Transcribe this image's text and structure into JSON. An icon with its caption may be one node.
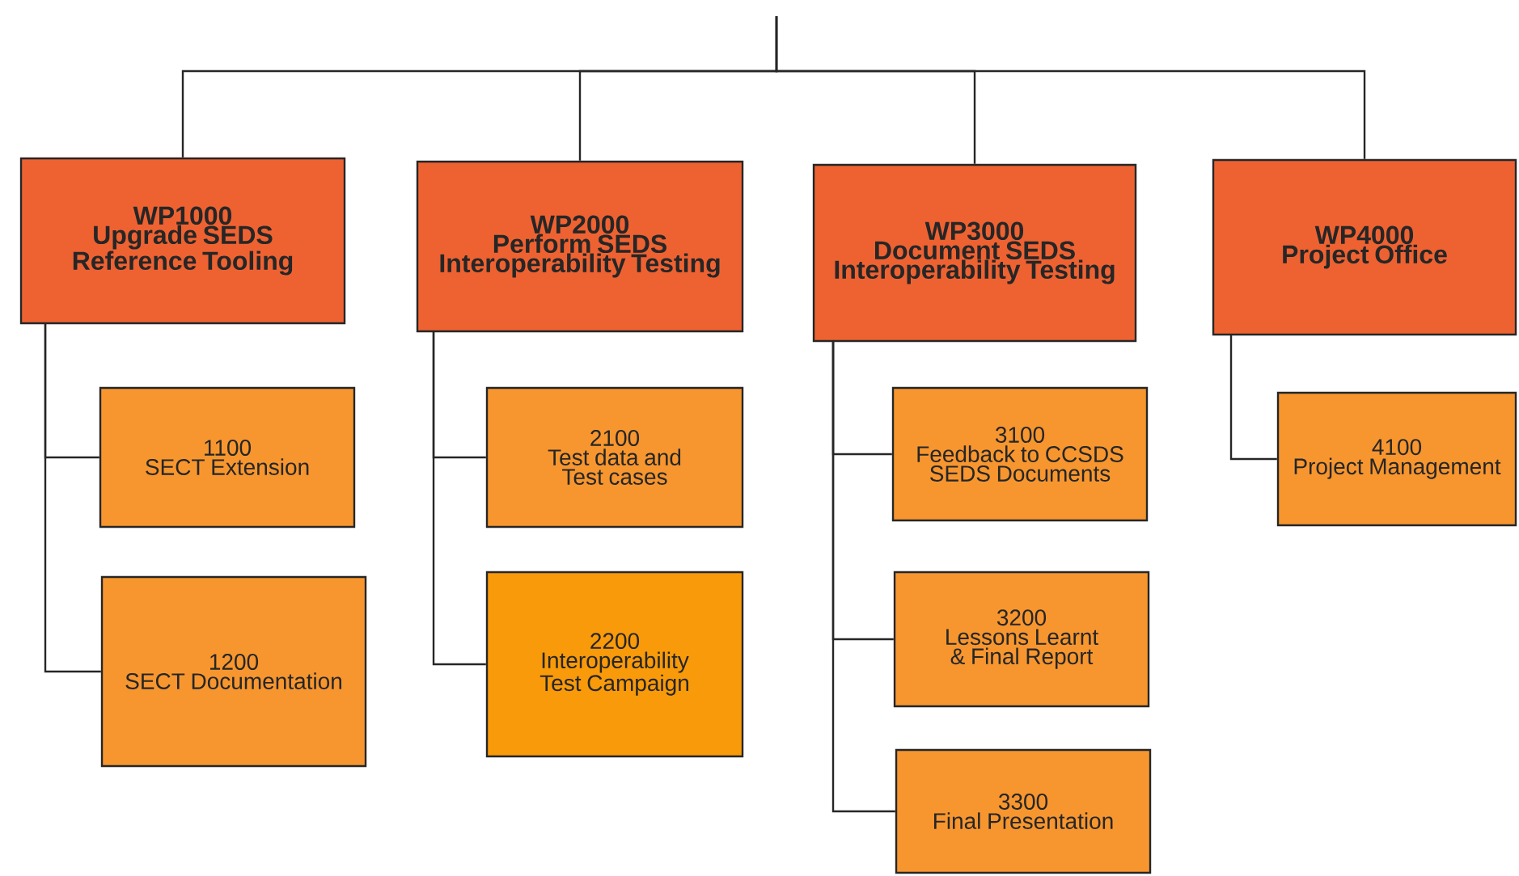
{
  "diagram": {
    "nodes": [
      {
        "text": [
          "WP1000",
          "Upgrade SEDS Reference Tooling"
        ]
      },
      {
        "text": [
          "WP2000",
          "Perform SEDS Interoperability Testing"
        ]
      },
      {
        "text": [
          "WP3000",
          "Document SEDS Interoperability Testing"
        ]
      },
      {
        "text": [
          "WP4000",
          "Project Office"
        ]
      },
      {
        "text": [
          "1100",
          "SECT Extension"
        ]
      },
      {
        "text": [
          "1200",
          "SECT Documentation"
        ]
      },
      {
        "text": [
          "2100",
          "Test data and Test cases"
        ]
      },
      {
        "text": [
          "2200",
          "Interoperability Test Campaign"
        ]
      },
      {
        "text": [
          "3100",
          "Feedback to CCSDS SEDS Documents"
        ]
      },
      {
        "text": [
          "3200",
          "Lessons Learnt & Final Report"
        ]
      },
      {
        "text": [
          "3300",
          "Final Presentation"
        ]
      },
      {
        "text": [
          "4100",
          "Project Management"
        ]
      }
    ],
    "edges": [
      {
        "from": null,
        "to": 0,
        "arrow": "none"
      },
      {
        "from": null,
        "to": 1,
        "arrow": "none"
      },
      {
        "from": null,
        "to": 2,
        "arrow": "none"
      },
      {
        "from": null,
        "to": 3,
        "arrow": "none"
      },
      {
        "from": 0,
        "to": 4,
        "arrow": "none"
      },
      {
        "from": 0,
        "to": 5,
        "arrow": "none"
      },
      {
        "from": 1,
        "to": 6,
        "arrow": "none"
      },
      {
        "from": 1,
        "to": 7,
        "arrow": "none"
      },
      {
        "from": 2,
        "to": 8,
        "arrow": "none"
      },
      {
        "from": 2,
        "to": 9,
        "arrow": "none"
      },
      {
        "from": 2,
        "to": 10,
        "arrow": "none"
      },
      {
        "from": 3,
        "to": 11,
        "arrow": "none"
      }
    ]
  }
}
